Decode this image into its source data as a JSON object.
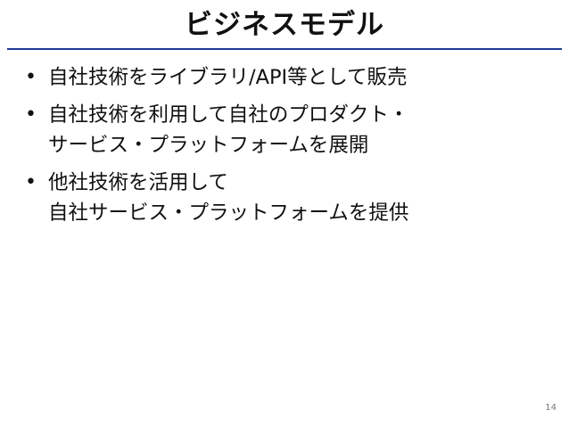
{
  "slide": {
    "title": "ビジネスモデル",
    "bullets": [
      {
        "lines": [
          "自社技術をライブラリ/API等として販売"
        ]
      },
      {
        "lines": [
          "自社技術を利用して自社のプロダクト・",
          "サービス・プラットフォームを展開"
        ]
      },
      {
        "lines": [
          "他社技術を活用して",
          "自社サービス・プラットフォームを提供"
        ]
      }
    ],
    "bullet_symbol": "•",
    "page_number": "14"
  },
  "colors": {
    "title_rule": "#1f3a93",
    "text": "#111111",
    "page_number": "#777777"
  }
}
